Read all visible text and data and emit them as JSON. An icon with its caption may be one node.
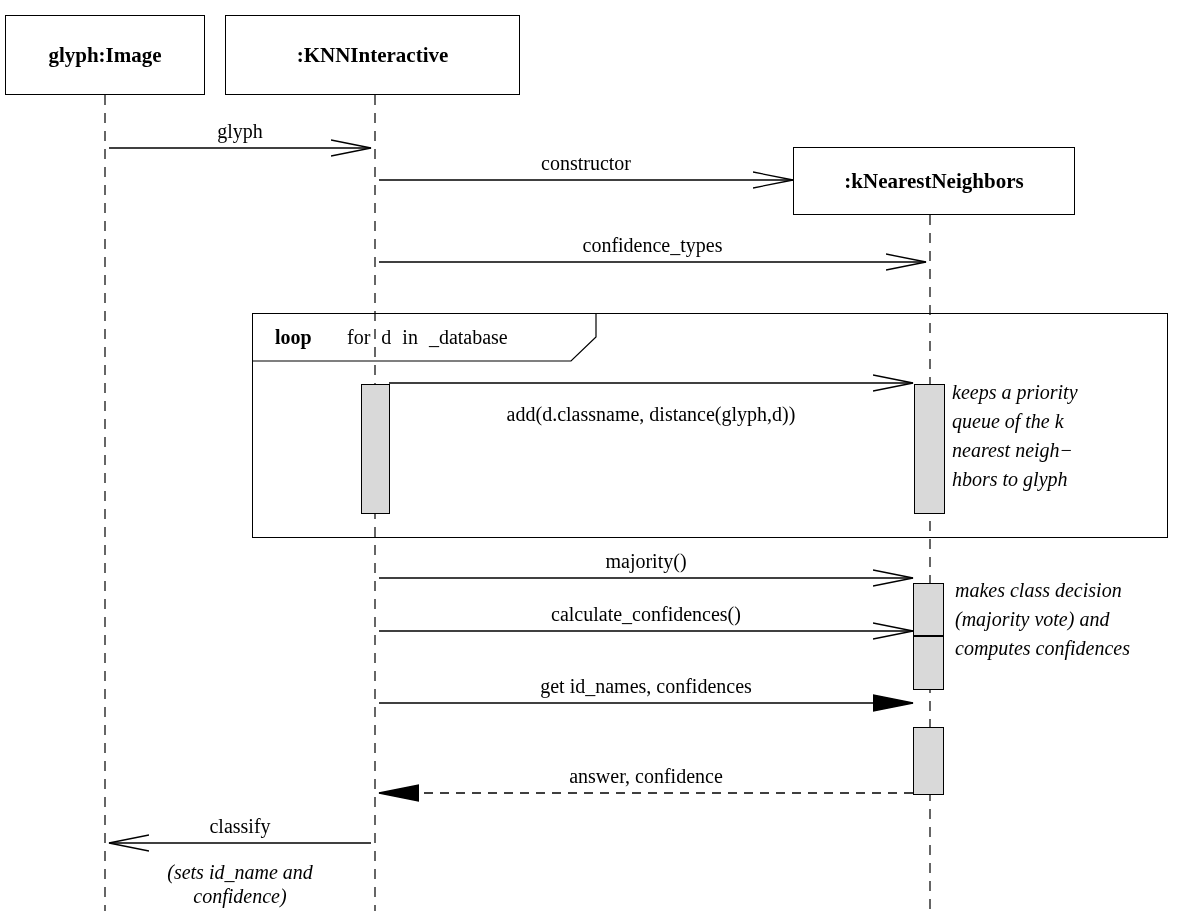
{
  "diagram": {
    "nodes": [
      {
        "text": [
          "glyph:Image"
        ]
      },
      {
        "text": [],
        "shape": "line"
      },
      {
        "text": [
          ":KNNInteractive"
        ]
      },
      {
        "text": [],
        "shape": "line"
      },
      {
        "text": [
          ":kNearestNeighbors"
        ]
      },
      {
        "text": [],
        "shape": "line"
      },
      {
        "text": [
          "loop",
          "for d in _database"
        ]
      },
      {
        "text": [],
        "shape": "bar",
        "in": 6
      },
      {
        "text": [],
        "shape": "bar",
        "in": 6,
        "beside": [
          "keeps a priority queue of the k nearest neigh− hbors to glyph"
        ]
      },
      {
        "text": [],
        "shape": "bar",
        "beside": [
          "makes class decision (majority vote) and computes confidences"
        ]
      },
      {
        "text": [],
        "shape": "bar"
      },
      {
        "text": [],
        "shape": "bar"
      }
    ],
    "edges": [
      {
        "from": 1,
        "to": 3,
        "arrow": "to",
        "label": "glyph"
      },
      {
        "from": 3,
        "to": 4,
        "arrow": "to",
        "label": "constructor"
      },
      {
        "from": 3,
        "to": 5,
        "arrow": "to",
        "label": "confidence_types"
      },
      {
        "from": 7,
        "to": 8,
        "arrow": "to",
        "label": "add(d.classname, distance(glyph,d))"
      },
      {
        "from": 3,
        "to": 9,
        "arrow": "to",
        "label": "majority()"
      },
      {
        "from": 3,
        "to": 10,
        "arrow": "to",
        "label": "calculate_confidences()"
      },
      {
        "from": 3,
        "to": 11,
        "arrow": "to",
        "label": "get id_names, confidences"
      },
      {
        "from": 11,
        "to": 3,
        "arrow": "to",
        "label": "answer, confidence",
        "style": "dashed"
      },
      {
        "from": 3,
        "to": 1,
        "arrow": "to",
        "label": "classify"
      }
    ],
    "labels": [
      "(sets id_name and confidence)"
    ]
  }
}
